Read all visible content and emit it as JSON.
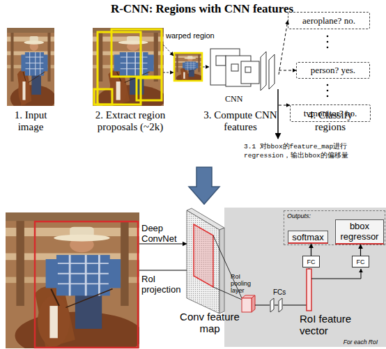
{
  "diagram": {
    "title": "R-CNN: Regions with CNN features",
    "nodes": [
      {
        "text": [
          "aeroplane? no."
        ]
      },
      {
        "text": [
          "CNN"
        ]
      },
      {
        "text": [
          "person? yes."
        ]
      },
      {
        "text": [
          "tvmonitor? no."
        ]
      },
      {
        "text": [
          "For each RoI"
        ]
      },
      {
        "text": [
          "Outputs:"
        ],
        "in": 4
      },
      {
        "text": [
          "softmax"
        ],
        "in": 5
      },
      {
        "text": [
          "bbox regressor"
        ],
        "in": 5
      },
      {
        "text": [
          "FC"
        ],
        "in": 4
      },
      {
        "text": [
          "FC"
        ],
        "in": 4
      }
    ],
    "edges": [
      {
        "from": 1,
        "to": 0,
        "arrow": "to"
      },
      {
        "from": 1,
        "to": 2,
        "arrow": "to"
      },
      {
        "from": 1,
        "to": 3,
        "arrow": "to"
      },
      {
        "from": 8,
        "to": 6,
        "arrow": "to"
      },
      {
        "from": 9,
        "to": 7,
        "arrow": "to"
      }
    ],
    "labels": [
      "warped region",
      "1. Input image",
      "2. Extract region proposals (~2k)",
      "3. Compute CNN features",
      "4. Classify regions",
      "3.1 对bbox的feature_map进行 regression，输出bbox的偏移量",
      "Deep ConvNet",
      "RoI projection",
      "Conv feature map",
      "RoI pooling layer",
      "FCs",
      "RoI feature vector"
    ]
  }
}
